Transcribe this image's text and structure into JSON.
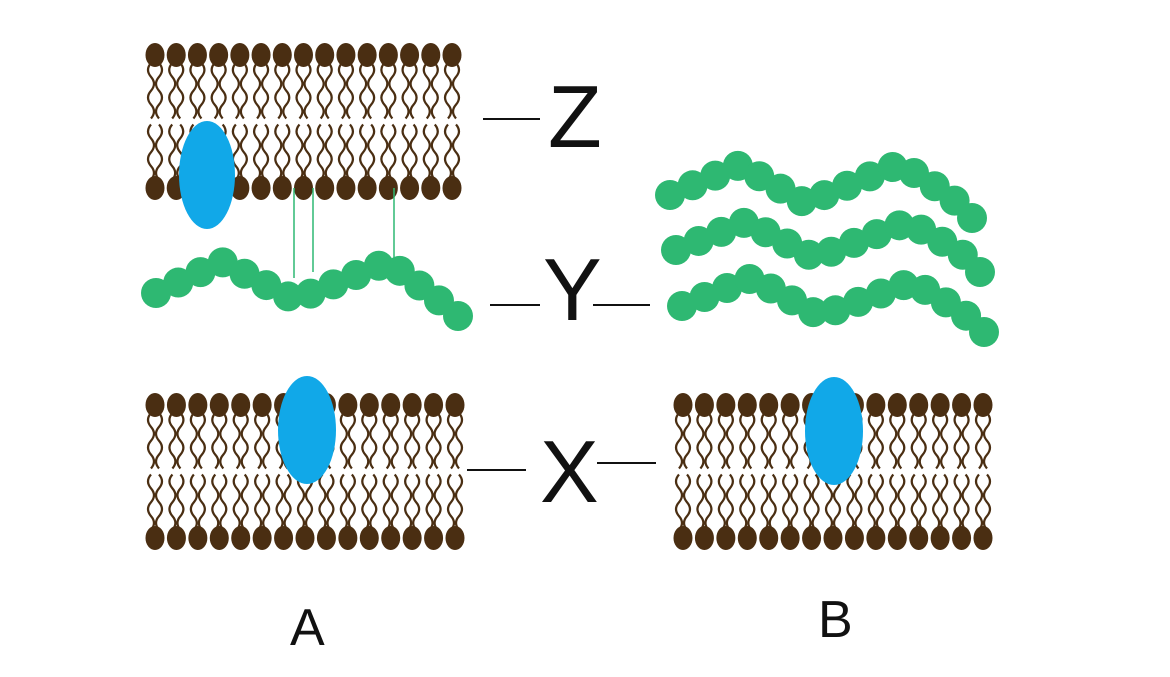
{
  "labels": {
    "z": "Z",
    "y": "Y",
    "x": "X",
    "a": "A",
    "b": "B"
  },
  "colors": {
    "lipid_head": "#4a2e12",
    "lipid_tail": "#4a2e12",
    "protein": "#11a8e8",
    "bead_chain": "#2eb872",
    "link_line": "#2eb872",
    "line": "#111111",
    "background": "#ffffff"
  }
}
